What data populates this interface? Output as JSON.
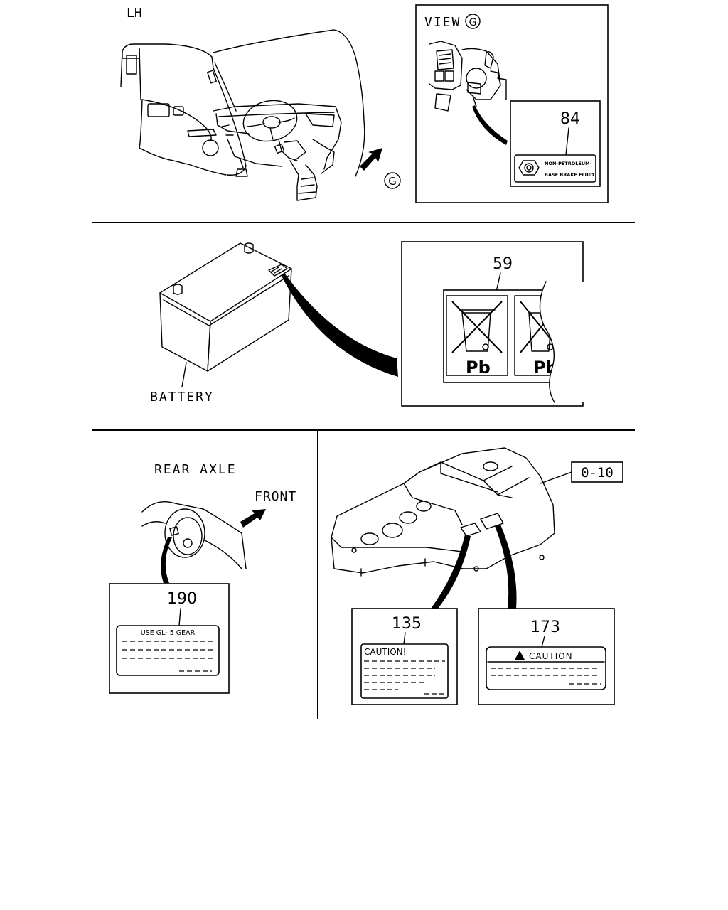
{
  "top": {
    "side_label": "LH",
    "view_label": "VIEW",
    "view_letter": "G",
    "arrow_letter": "G",
    "brake_label": {
      "number": "84",
      "line1": "NON-PETROLEUM-",
      "line2": "BASE BRAKE FLUID"
    }
  },
  "middle": {
    "battery_label": "BATTERY",
    "recycle_label": {
      "number": "59",
      "symbol_text": "Pb"
    }
  },
  "bottom_left": {
    "title": "REAR AXLE",
    "front_label": "FRONT",
    "gear_label": {
      "number": "190",
      "heading": "USE GL- 5 GEAR"
    }
  },
  "bottom_right": {
    "ref_code": "0-10",
    "caution_label_a": {
      "number": "135",
      "heading": "CAUTION!"
    },
    "caution_label_b": {
      "number": "173",
      "heading": "CAUTION"
    }
  },
  "icons": [
    "filled-arrow-icon",
    "warning-triangle-icon",
    "crossed-bin-icon",
    "brake-fluid-symbol-icon"
  ]
}
